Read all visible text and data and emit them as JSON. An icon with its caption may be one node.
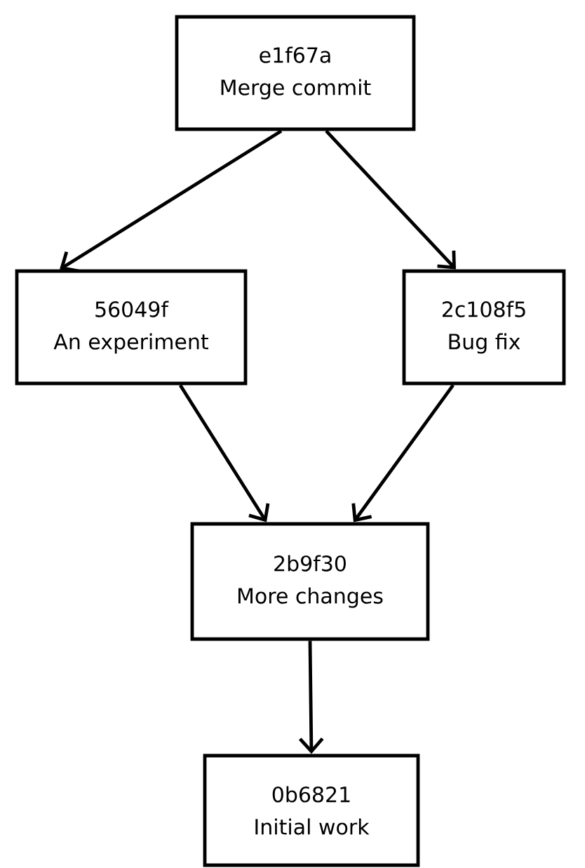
{
  "diagram": {
    "nodes": [
      {
        "text": [
          "e1f67a",
          "Merge commit"
        ]
      },
      {
        "text": [
          "56049f",
          "An experiment"
        ]
      },
      {
        "text": [
          "2c108f5",
          "Bug fix"
        ]
      },
      {
        "text": [
          "2b9f30",
          "More changes"
        ]
      },
      {
        "text": [
          "0b6821",
          "Initial work"
        ]
      }
    ],
    "edges": [
      {
        "from": 0,
        "to": 1,
        "arrow": "to"
      },
      {
        "from": 0,
        "to": 2,
        "arrow": "to"
      },
      {
        "from": 1,
        "to": 3,
        "arrow": "to"
      },
      {
        "from": 2,
        "to": 3,
        "arrow": "to"
      },
      {
        "from": 3,
        "to": 4,
        "arrow": "to"
      }
    ]
  }
}
